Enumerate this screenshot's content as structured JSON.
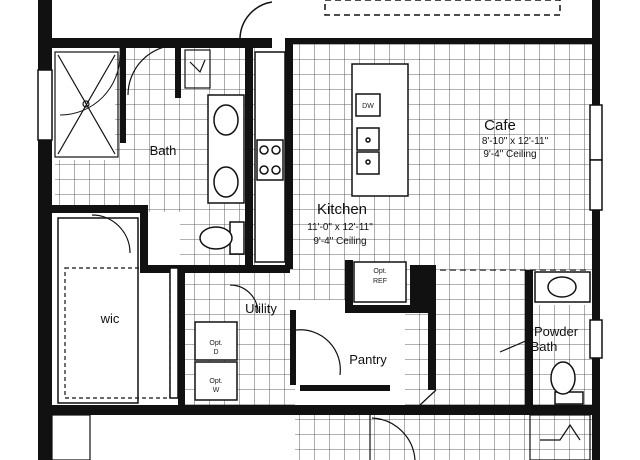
{
  "rooms": {
    "cafe": {
      "name": "Cafe",
      "dims": "8'-10\" x 12'-11\"",
      "ceiling": "9'-4\" Ceiling"
    },
    "kitchen": {
      "name": "Kitchen",
      "dims": "11'-0\" x 12'-11\"",
      "ceiling": "9'-4\" Ceiling"
    },
    "bath": {
      "name": "Bath"
    },
    "wic": {
      "name": "wic"
    },
    "utility": {
      "name": "Utility"
    },
    "pantry": {
      "name": "Pantry"
    },
    "powder_bath": {
      "line1": "Powder",
      "line2": "Bath"
    }
  },
  "fixtures": {
    "dishwasher": "DW",
    "refrigerator": {
      "line1": "Opt.",
      "line2": "REF"
    },
    "dryer": {
      "line1": "Opt.",
      "line2": "D"
    },
    "washer": {
      "line1": "Opt.",
      "line2": "W"
    }
  },
  "colors": {
    "wall": "#111111",
    "grid": "#333333",
    "background": "#ffffff"
  }
}
